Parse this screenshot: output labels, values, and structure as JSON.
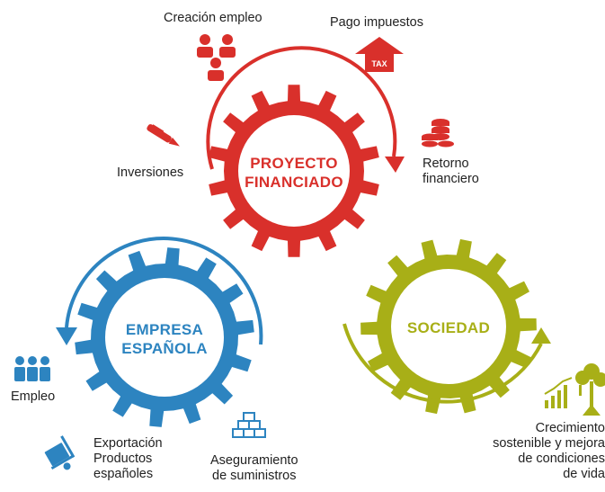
{
  "colors": {
    "red": "#D9302B",
    "blue": "#2D84C0",
    "olive": "#A8AF17",
    "text": "#222222",
    "white": "#FFFFFF"
  },
  "gears": {
    "proyecto": {
      "line1": "PROYECTO",
      "line2": "FINANCIADO"
    },
    "empresa": {
      "line1": "EMPRESA",
      "line2": "ESPAÑOLA"
    },
    "sociedad": {
      "line1": "SOCIEDAD"
    }
  },
  "labels": {
    "creacion_empleo": "Creación empleo",
    "pago_impuestos": "Pago impuestos",
    "tax": "TAX",
    "inversiones": "Inversiones",
    "retorno_1": "Retorno",
    "retorno_2": "financiero",
    "empleo": "Empleo",
    "exportacion_1": "Exportación",
    "exportacion_2": "Productos",
    "exportacion_3": "españoles",
    "aseguramiento_1": "Aseguramiento",
    "aseguramiento_2": "de suministros",
    "crecimiento_1": "Crecimiento",
    "crecimiento_2": "sostenible y mejora",
    "crecimiento_3": "de condiciones",
    "crecimiento_4": "de vida"
  },
  "icons": {
    "people_group": "people-group-icon",
    "tax_arrow": "tax-arrow-icon",
    "pen": "pen-icon",
    "coins": "coins-icon",
    "employees": "employees-icon",
    "hand_truck": "hand-truck-icon",
    "boxes": "boxes-stack-icon",
    "growth": "growth-tree-icon"
  }
}
